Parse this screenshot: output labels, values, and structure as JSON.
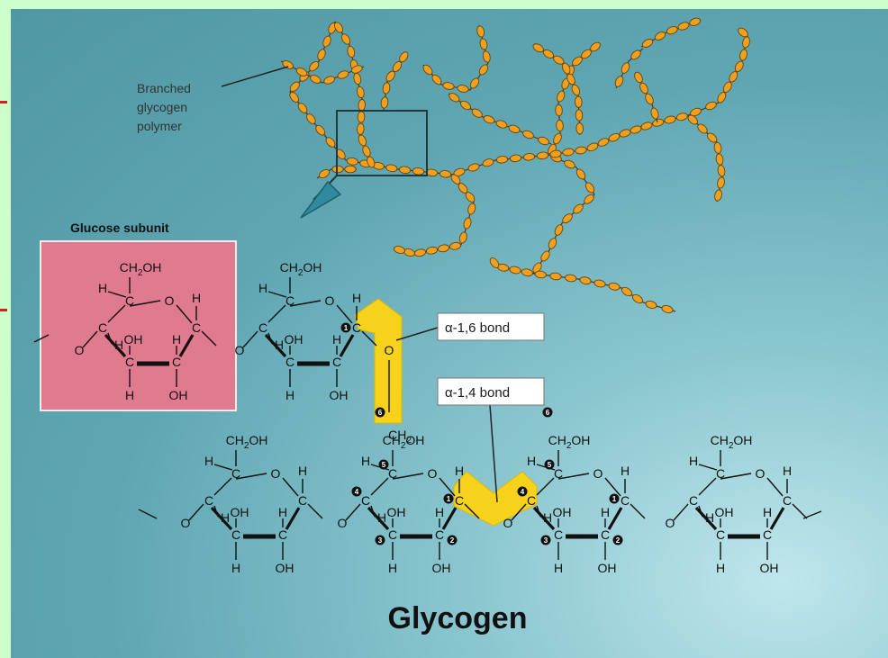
{
  "diagram": {
    "title": "Glycogen",
    "polymer_label": [
      "Branched",
      "glycogen",
      "polymer"
    ],
    "subunit_label": "Glucose subunit",
    "bond_16_label": "α-1,6 bond",
    "bond_14_label": "α-1,4 bond",
    "colors": {
      "glucose_bead": "#f0a020",
      "highlight": "#f7d21a",
      "subunit_box": "#e07a8e",
      "arrow": "#2e8a9c",
      "side_marks": "#d42020",
      "page_background": "#ccffcc"
    },
    "atoms": {
      "ch2oh": "CH2OH",
      "h": "H",
      "oh": "OH",
      "c": "C",
      "o": "O",
      "ch2": "CH2"
    },
    "carbon_numbers": [
      "1",
      "2",
      "3",
      "4",
      "5",
      "6"
    ]
  }
}
